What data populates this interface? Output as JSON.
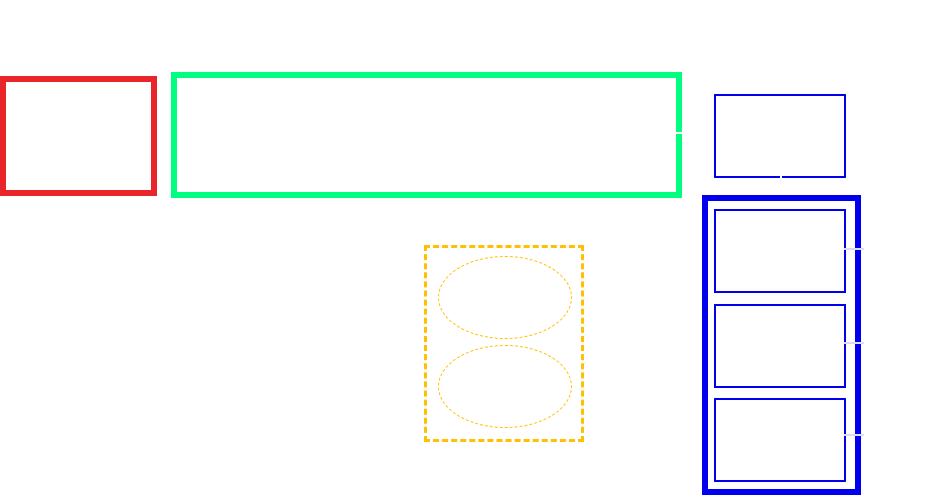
{
  "diagram": {
    "title": "",
    "nodes": [
      {
        "id": "red-box",
        "shape": "rectangle",
        "color": "#e8262a",
        "stroke": "solid",
        "label": ""
      },
      {
        "id": "green-box",
        "shape": "rectangle",
        "color": "#00ff80",
        "stroke": "solid",
        "label": ""
      },
      {
        "id": "blue-small",
        "shape": "rectangle",
        "color": "#0000ee",
        "stroke": "solid",
        "label": ""
      },
      {
        "id": "blue-outer",
        "shape": "rectangle",
        "color": "#0000ee",
        "stroke": "solid",
        "label": "",
        "children": [
          "blue-inner-1",
          "blue-inner-2",
          "blue-inner-3"
        ]
      },
      {
        "id": "blue-inner-1",
        "shape": "rectangle",
        "color": "#0000ee",
        "stroke": "solid",
        "label": ""
      },
      {
        "id": "blue-inner-2",
        "shape": "rectangle",
        "color": "#0000ee",
        "stroke": "solid",
        "label": ""
      },
      {
        "id": "blue-inner-3",
        "shape": "rectangle",
        "color": "#0000ee",
        "stroke": "solid",
        "label": ""
      },
      {
        "id": "yellow-group",
        "shape": "rectangle",
        "color": "#ffc000",
        "stroke": "dashed",
        "label": "",
        "children": [
          "ellipse-1",
          "ellipse-2"
        ]
      },
      {
        "id": "ellipse-1",
        "shape": "ellipse",
        "color": "#ffc000",
        "stroke": "dashed",
        "label": ""
      },
      {
        "id": "ellipse-2",
        "shape": "ellipse",
        "color": "#ffc000",
        "stroke": "dashed",
        "label": ""
      }
    ],
    "edges": [
      {
        "from": "green-box",
        "to": "blue-small",
        "color": "#ffffff"
      },
      {
        "from": "blue-small",
        "to": "blue-outer",
        "color": "#ffffff"
      },
      {
        "from": "blue-inner-1",
        "to": "blue-outer",
        "color": "#dcdcf0"
      },
      {
        "from": "blue-inner-2",
        "to": "blue-outer",
        "color": "#dcdcf0"
      },
      {
        "from": "blue-inner-3",
        "to": "blue-outer",
        "color": "#dcdcf0"
      }
    ]
  }
}
